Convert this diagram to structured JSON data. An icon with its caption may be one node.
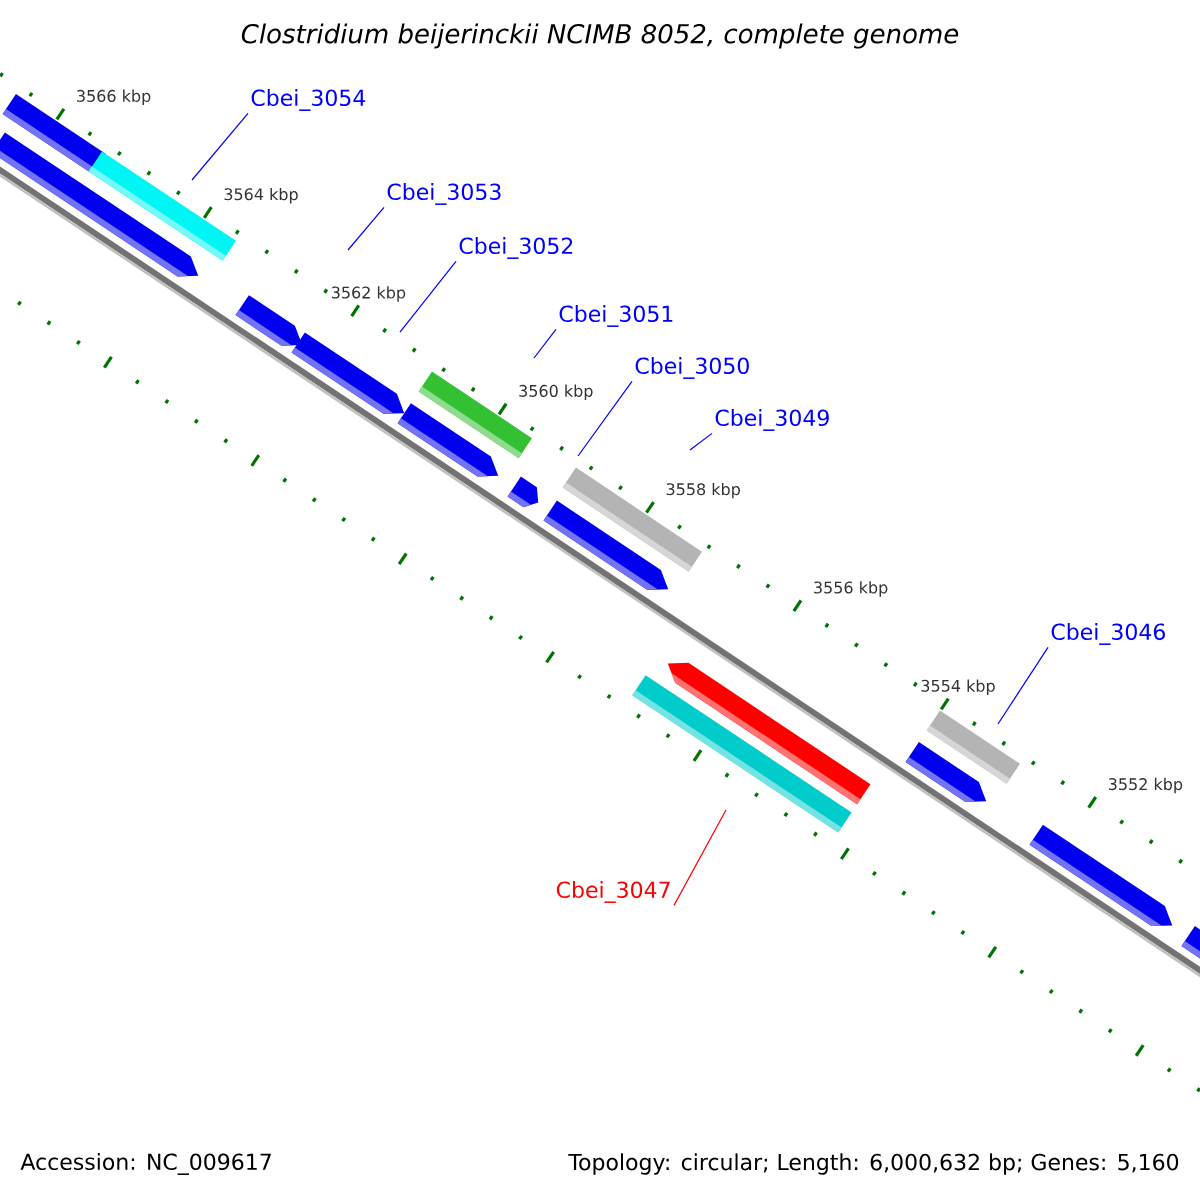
{
  "diagram": {
    "title": "*Clostridium beijerinckii NCIMB 8052, complete genome*",
    "nodes": [
      {
        "text": [
          "Cbei_3054"
        ]
      },
      {
        "text": [
          "Cbei_3053"
        ]
      },
      {
        "text": [
          "Cbei_3052"
        ]
      },
      {
        "text": [
          "Cbei_3051"
        ]
      },
      {
        "text": [
          "Cbei_3050"
        ]
      },
      {
        "text": [
          "Cbei_3049"
        ]
      },
      {
        "text": [
          "Cbei_3046"
        ]
      },
      {
        "text": [
          "Cbei_3047"
        ]
      }
    ],
    "edges": [
      {
        "from": 0,
        "to": null,
        "arrow": "none"
      },
      {
        "from": 1,
        "to": null,
        "arrow": "none"
      },
      {
        "from": 2,
        "to": null,
        "arrow": "none"
      },
      {
        "from": 3,
        "to": null,
        "arrow": "none"
      },
      {
        "from": 4,
        "to": null,
        "arrow": "none"
      },
      {
        "from": 5,
        "to": null,
        "arrow": "none"
      },
      {
        "from": 6,
        "to": null,
        "arrow": "none"
      },
      {
        "from": 7,
        "to": null,
        "arrow": "none",
        "color": "#ff0000"
      }
    ],
    "labels": [
      "3566 kbp",
      "3564 kbp",
      "3562 kbp",
      "3560 kbp",
      "3558 kbp",
      "3556 kbp",
      "3554 kbp",
      "3552 kbp",
      "Accession: NC_009617",
      "Topology: circular; Length: 6,000,632 bp; Genes: 5,160"
    ]
  }
}
